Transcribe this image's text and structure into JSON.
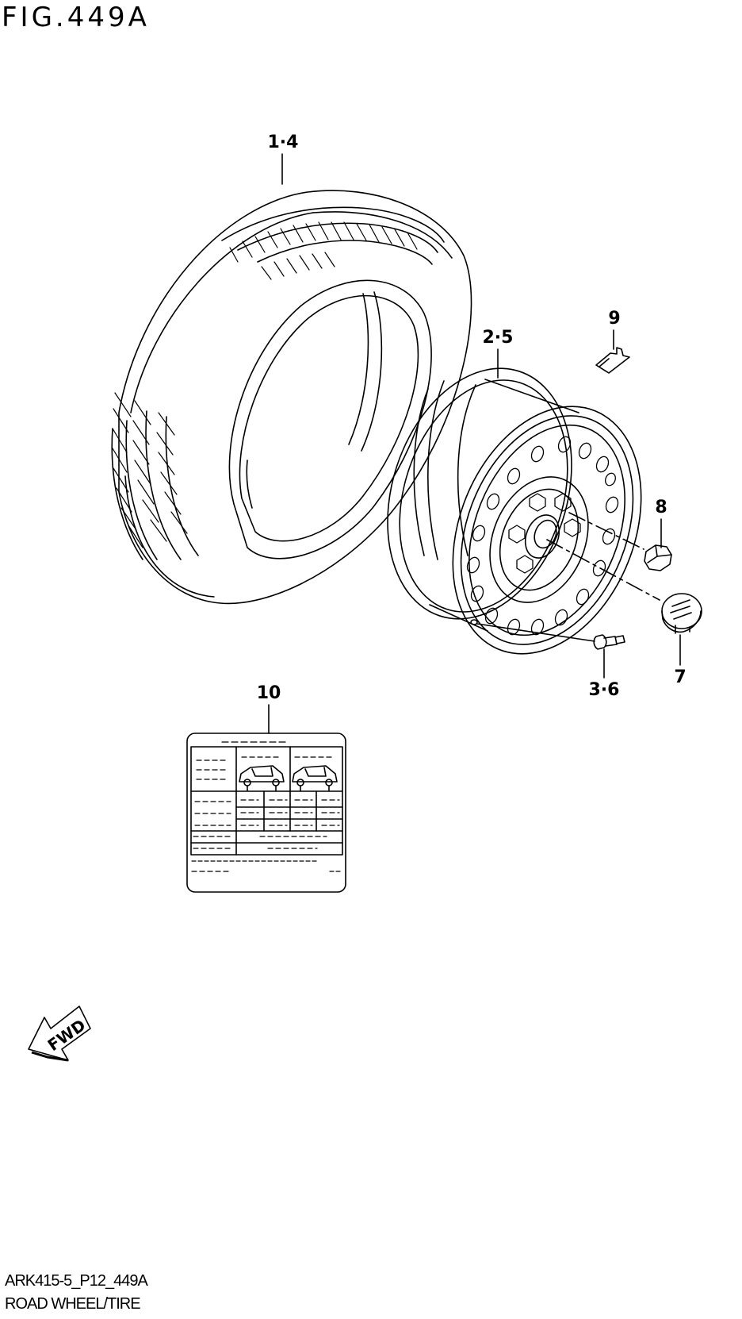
{
  "figure": {
    "title": "FIG.449A"
  },
  "callouts": {
    "tire": "1·4",
    "wheel": "2·5",
    "valve": "3·6",
    "center_cap": "7",
    "wheel_nut": "8",
    "weight": "9",
    "label": "10"
  },
  "fwd_arrow": "FWD",
  "footer": {
    "code": "ARK415-5_P12_449A",
    "name": "ROAD WHEEL/TIRE"
  }
}
